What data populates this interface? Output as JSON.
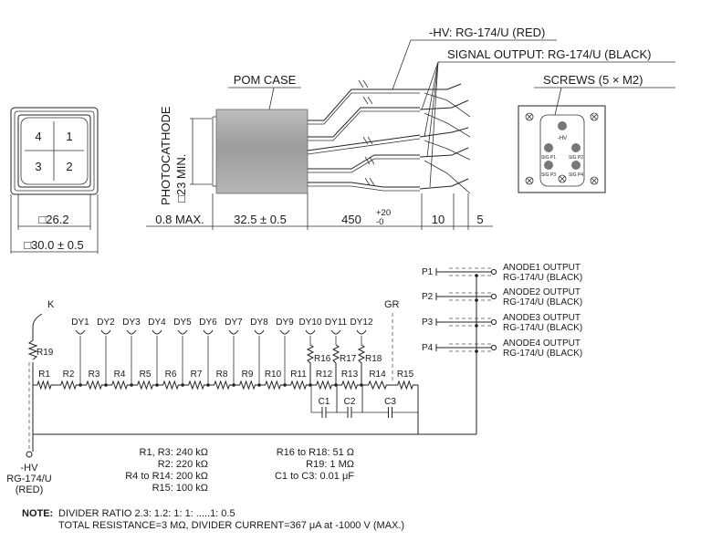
{
  "front_view": {
    "pins": [
      "4",
      "1",
      "3",
      "2"
    ],
    "dim_inner": "□26.2",
    "dim_outer": "□30.0 ± 0.5"
  },
  "side_view": {
    "case_label": "POM CASE",
    "photocathode_label": "PHOTOCATHODE",
    "photocathode_dim": "□23 MIN.",
    "dim_window": "0.8 MAX.",
    "dim_case": "32.5 ± 0.5",
    "dim_cable": "450",
    "dim_cable_plus": "+20",
    "dim_cable_minus": "-0",
    "dim_strip1": "10",
    "dim_strip2": "5",
    "hv_cable": "-HV: RG-174/U (RED)",
    "signal_cable": "SIGNAL OUTPUT: RG-174/U (BLACK)"
  },
  "rear_view": {
    "screws_label": "SCREWS (5 × M2)",
    "pins": [
      "-HV",
      "SIG P1",
      "SIG P2",
      "SIG P3",
      "SIG P4"
    ]
  },
  "circuit": {
    "cathode": "K",
    "grid": "GR",
    "dynodes": [
      "DY1",
      "DY2",
      "DY3",
      "DY4",
      "DY5",
      "DY6",
      "DY7",
      "DY8",
      "DY9",
      "DY10",
      "DY11",
      "DY12"
    ],
    "resistors": [
      "R1",
      "R2",
      "R3",
      "R4",
      "R5",
      "R6",
      "R7",
      "R8",
      "R9",
      "R10",
      "R11",
      "R12",
      "R13",
      "R14",
      "R15"
    ],
    "r19": "R19",
    "r_damp": [
      "R16",
      "R17",
      "R18"
    ],
    "capacitors": [
      "C1",
      "C2",
      "C3"
    ],
    "hv_label": "-HV",
    "hv_cable": "RG-174/U",
    "hv_color": "(RED)",
    "outputs": [
      {
        "pin": "P1",
        "label": "ANODE1 OUTPUT",
        "cable": "RG-174/U (BLACK)"
      },
      {
        "pin": "P2",
        "label": "ANODE2 OUTPUT",
        "cable": "RG-174/U (BLACK)"
      },
      {
        "pin": "P3",
        "label": "ANODE3 OUTPUT",
        "cable": "RG-174/U (BLACK)"
      },
      {
        "pin": "P4",
        "label": "ANODE4 OUTPUT",
        "cable": "RG-174/U (BLACK)"
      }
    ],
    "values_left": [
      "R1, R3: 240 kΩ",
      "R2: 220 kΩ",
      "R4 to R14: 200 kΩ",
      "R15: 100 kΩ"
    ],
    "values_right": [
      "R16 to R18: 51 Ω",
      "R19: 1 MΩ",
      "C1 to C3: 0.01 μF"
    ]
  },
  "note": {
    "title": "NOTE:",
    "line1": "DIVIDER RATIO  2.3: 1.2: 1: 1: .....1: 0.5",
    "line2": "TOTAL RESISTANCE=3 MΩ,  DIVIDER CURRENT=367 μA at -1000 V (MAX.)"
  }
}
